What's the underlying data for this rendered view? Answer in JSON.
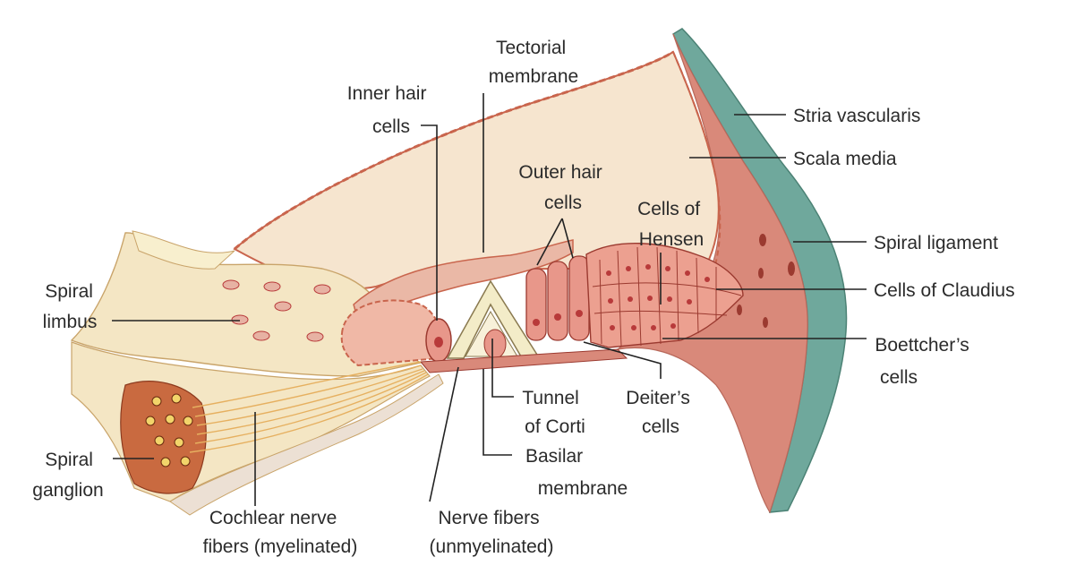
{
  "labels": {
    "tectorial": [
      "Tectorial",
      "membrane"
    ],
    "inner_hair": [
      "Inner hair",
      "cells"
    ],
    "outer_hair": [
      "Outer hair",
      "cells"
    ],
    "hensen": [
      "Cells of",
      "Hensen"
    ],
    "stria": "Stria vascularis",
    "scala_media": "Scala media",
    "spiral_ligament": "Spiral ligament",
    "claudius": "Cells of Claudius",
    "boettcher": [
      "Boettcher’s",
      "cells"
    ],
    "spiral_limbus": [
      "Spiral",
      "limbus"
    ],
    "spiral_ganglion": [
      "Spiral",
      "ganglion"
    ],
    "cochlear_nerve": [
      "Cochlear nerve",
      "fibers (myelinated)"
    ],
    "nerve_fibers": [
      "Nerve fibers",
      "(unmyelinated)"
    ],
    "tunnel": [
      "Tunnel",
      "of Corti"
    ],
    "deiters": [
      "Deiter’s",
      "cells"
    ],
    "basilar": [
      "Basilar",
      "membrane"
    ]
  },
  "colors": {
    "spiral_ligament": "#d9897a",
    "stria": "#6fa89c",
    "scala_media": "#f6e5cf",
    "limbus": "#f4e6c4",
    "cells": "#e8978a",
    "nuclei": "#b83a3a",
    "tectorial": "#eab8a6",
    "ganglion": "#c96a40",
    "pillar": "#f3ecc8"
  }
}
